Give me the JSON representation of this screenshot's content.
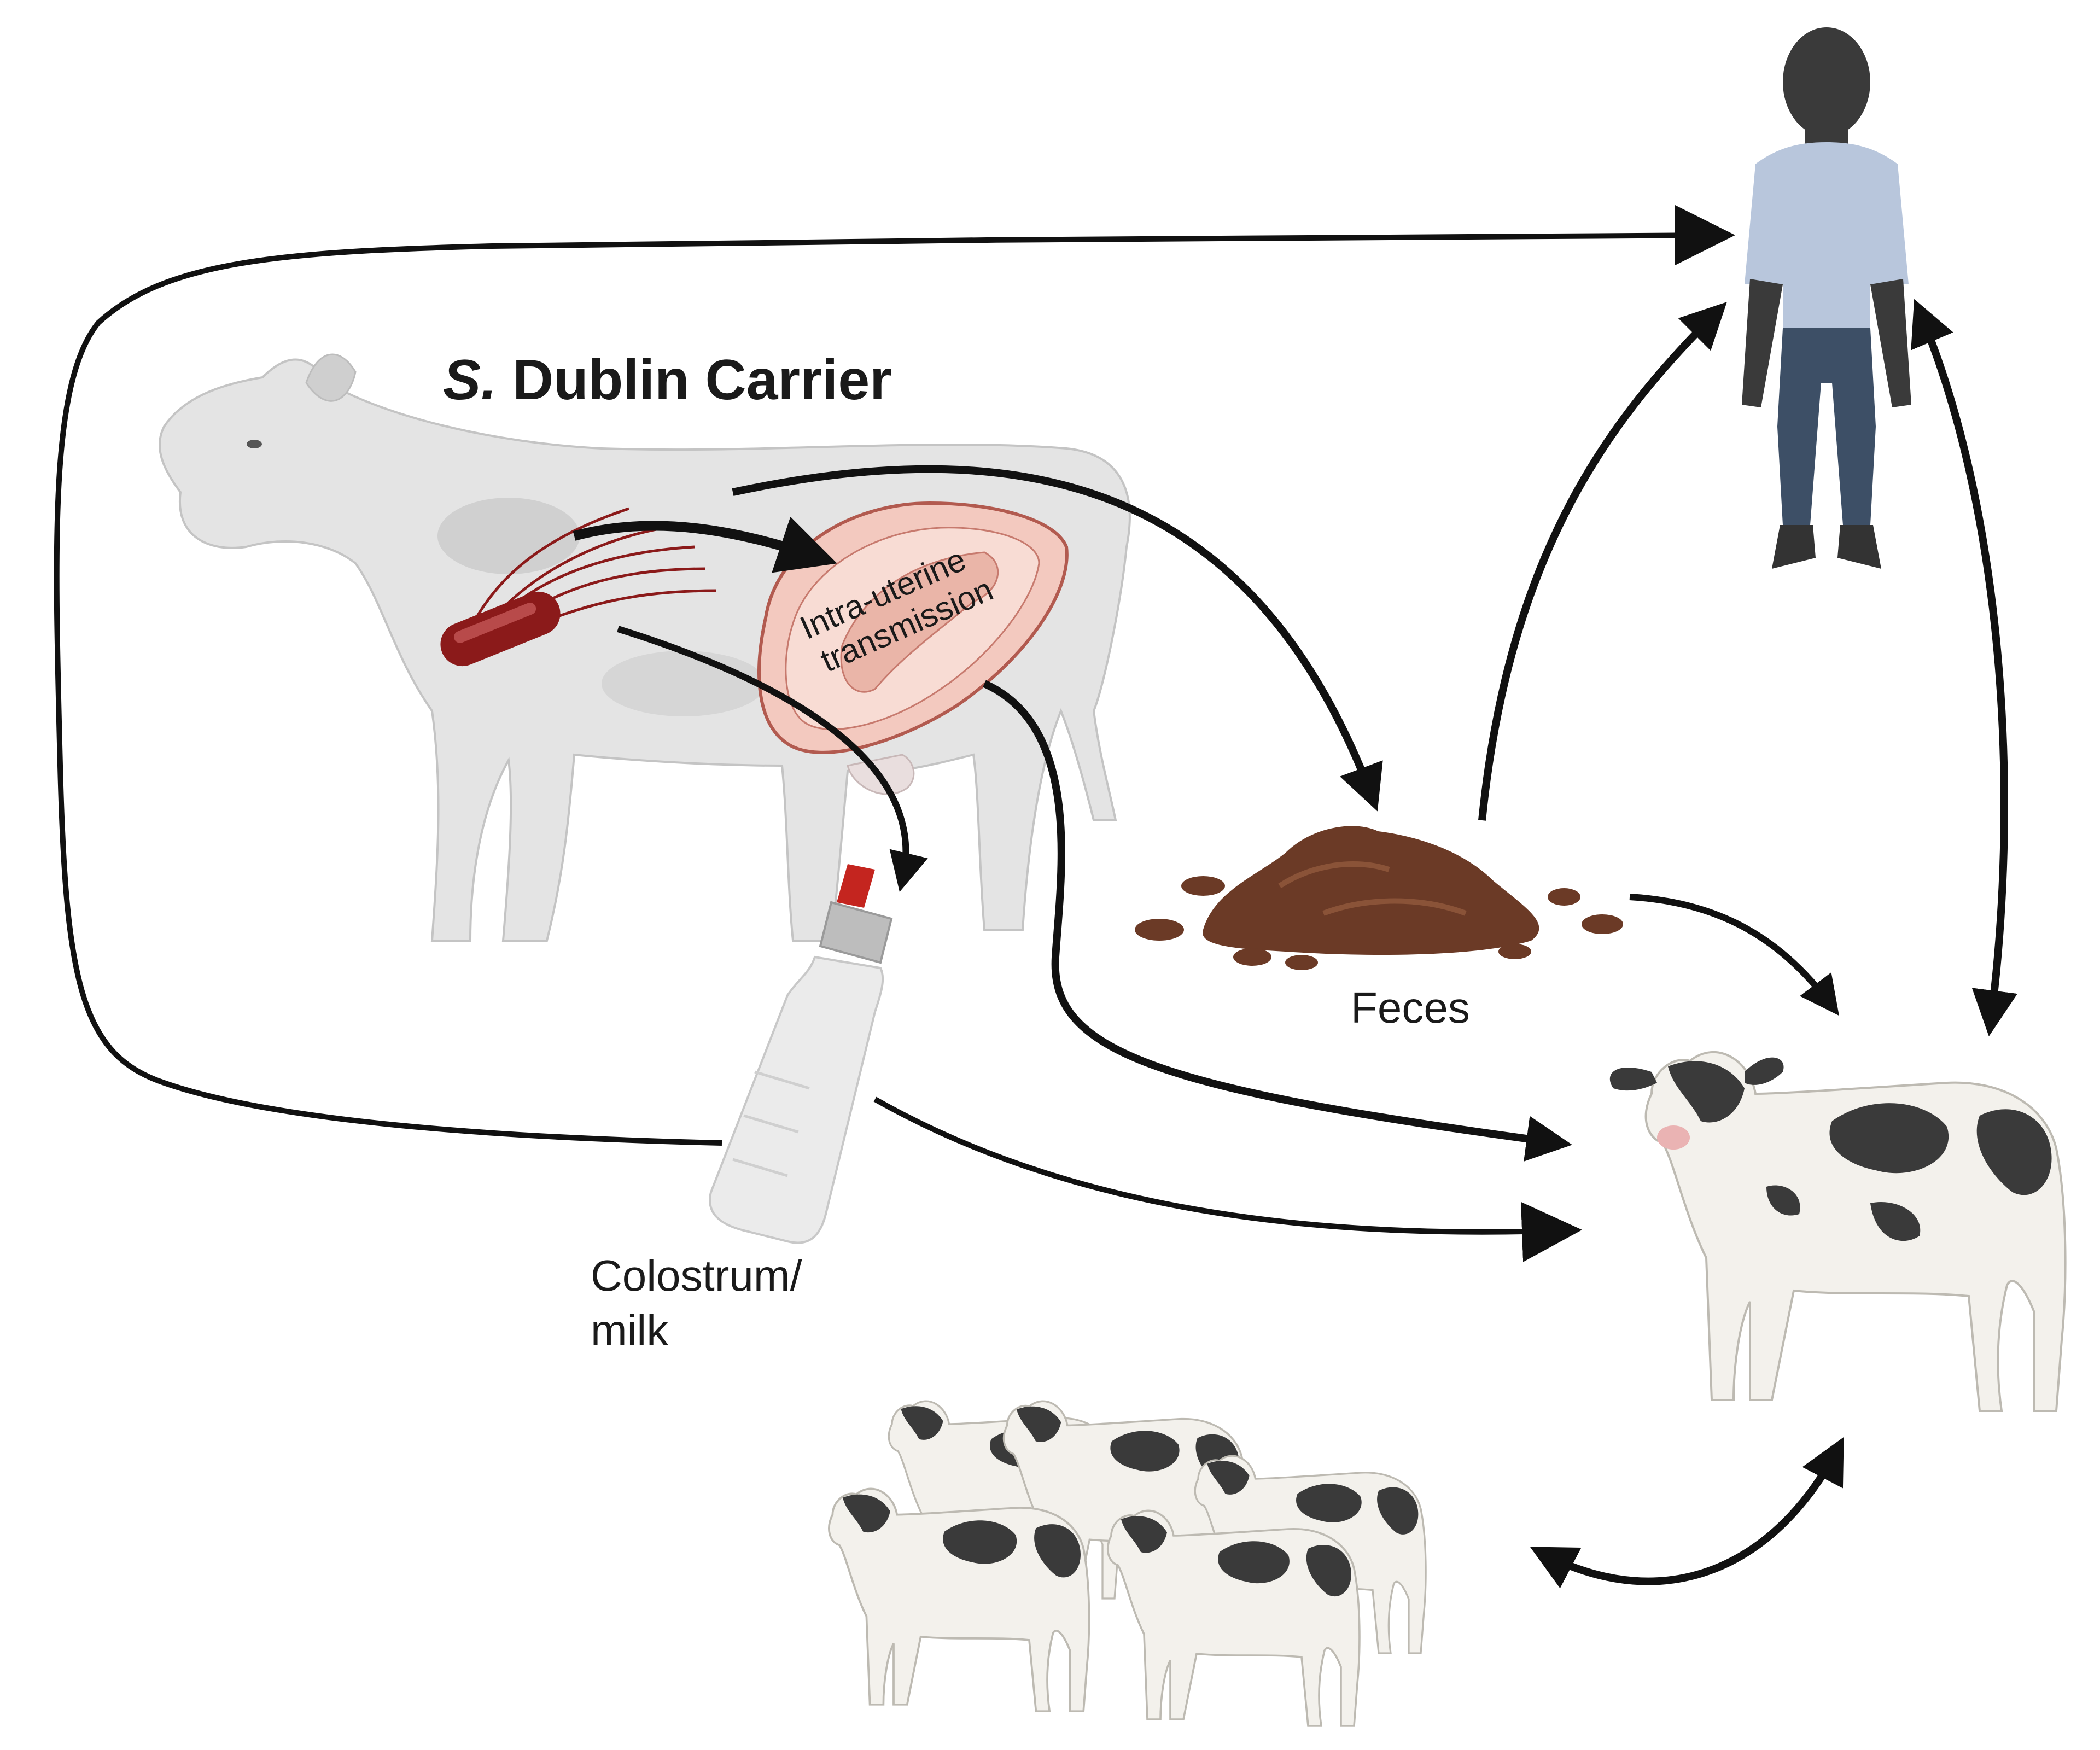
{
  "diagram": {
    "title_species": "S.",
    "title_rest": " Dublin Carrier",
    "intrauterine_line1": "Intra-uterine",
    "intrauterine_line2": "transmission",
    "feces_label": "Feces",
    "colostrum_line1": "Colostrum/",
    "colostrum_line2": "milk"
  },
  "colors": {
    "arrow": "#111111",
    "carrier_cow": "#e4e4e4",
    "bacterium": "#8b1a1a",
    "uterus": "#f3c9bf",
    "feces": "#6b3a26",
    "person_shirt": "#b8c6dc",
    "person_jeans": "#3d4f66",
    "calf_spots": "#3a3a3a"
  }
}
